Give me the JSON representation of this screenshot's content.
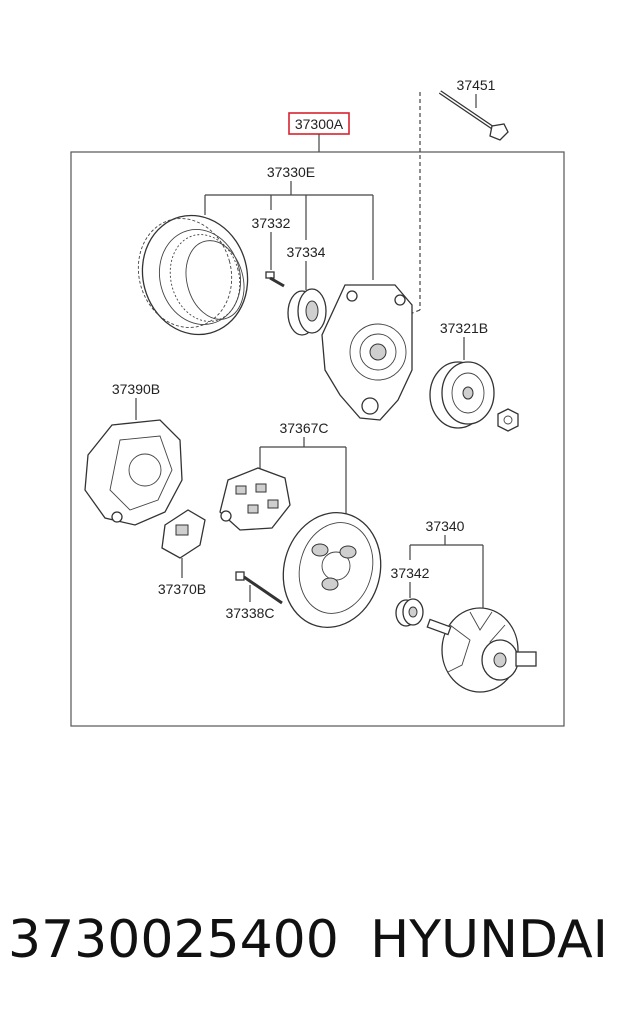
{
  "diagram": {
    "assembly_label": "37300A",
    "labels": {
      "bolt": "37451",
      "front_bracket_assy": "37330E",
      "screw": "37332",
      "bearing": "37334",
      "pulley": "37321B",
      "rear_cover": "37390B",
      "rectifier": "37367C",
      "rotor": "37340",
      "slip_bearing": "37342",
      "regulator": "37370B",
      "through_bolt": "37338C"
    },
    "colors": {
      "highlight": "#d9232e",
      "line": "#444444"
    }
  },
  "footer": {
    "part_number": "3730025400",
    "brand": "HYUNDAI"
  }
}
